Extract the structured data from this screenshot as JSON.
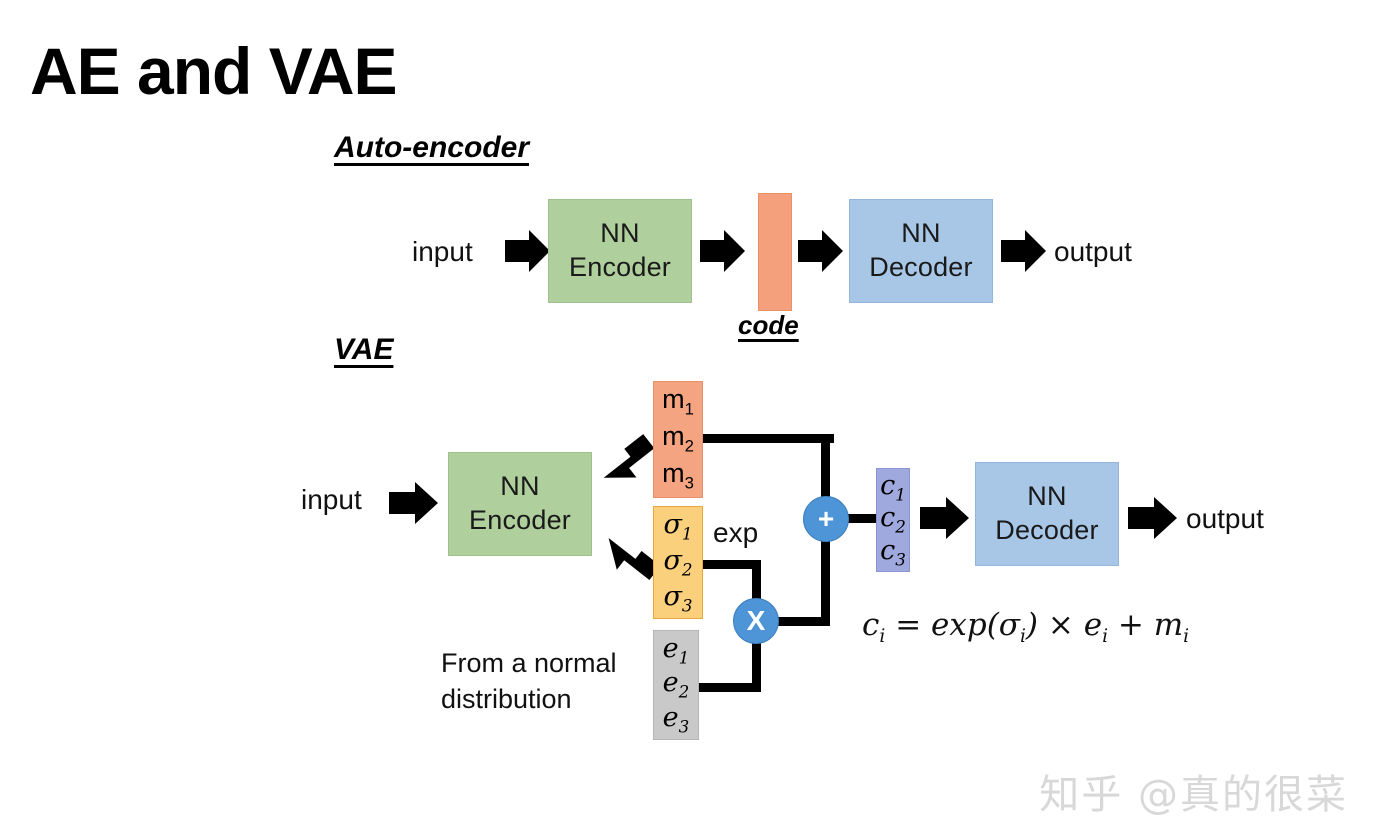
{
  "page": {
    "title": "AE and VAE",
    "background_color": "#ffffff"
  },
  "palette": {
    "encoder_green": "#afcf9d",
    "decoder_blue": "#a8c7e7",
    "code_salmon": "#f4a07c",
    "m_salmon": "#f5a482",
    "sigma_yellow": "#fbd07d",
    "e_gray": "#c9c9c9",
    "c_periwinkle": "#9fa9dd",
    "op_node_blue": "#4d95d6",
    "arrow_black": "#000000",
    "watermark_gray": "#d8d8d8"
  },
  "auto_encoder": {
    "heading": "Auto-encoder",
    "input_label": "input",
    "encoder_line1": "NN",
    "encoder_line2": "Encoder",
    "code_label": "code",
    "decoder_line1": "NN",
    "decoder_line2": "Decoder",
    "output_label": "output"
  },
  "vae": {
    "heading": "VAE",
    "input_label": "input",
    "encoder_line1": "NN",
    "encoder_line2": "Encoder",
    "decoder_line1": "NN",
    "decoder_line2": "Decoder",
    "output_label": "output",
    "exp_label": "exp",
    "normal_note": "From a normal\ndistribution",
    "formula": "c_i = exp(σ_i) × e_i + m_i",
    "mean_vector": {
      "symbol": "m",
      "cells": [
        "m1",
        "m2",
        "m3"
      ],
      "subscripts": [
        "1",
        "2",
        "3"
      ]
    },
    "sigma_vector": {
      "symbol": "σ",
      "cells": [
        "σ1",
        "σ2",
        "σ3"
      ],
      "subscripts": [
        "1",
        "2",
        "3"
      ]
    },
    "noise_vector": {
      "symbol": "e",
      "cells": [
        "e1",
        "e2",
        "e3"
      ],
      "subscripts": [
        "1",
        "2",
        "3"
      ]
    },
    "code_vector": {
      "symbol": "c",
      "cells": [
        "c1",
        "c2",
        "c3"
      ],
      "subscripts": [
        "1",
        "2",
        "3"
      ]
    },
    "operators": {
      "multiply": "X",
      "add": "+"
    }
  },
  "watermark": {
    "text": "知乎 @真的很菜"
  }
}
